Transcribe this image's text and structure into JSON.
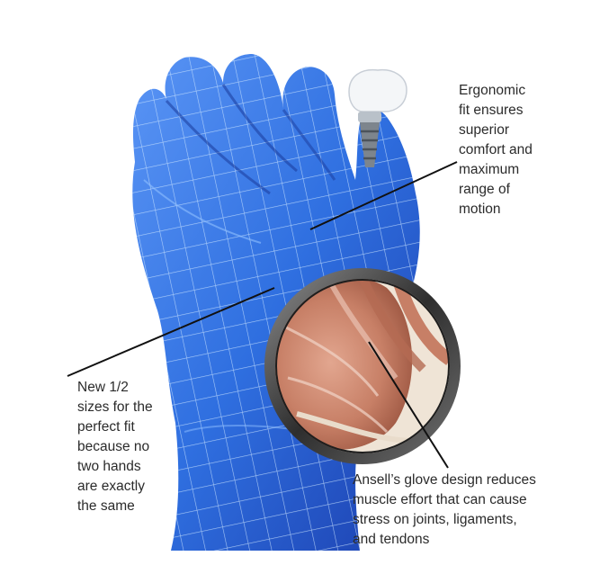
{
  "colors": {
    "glove": "#2f6fe0",
    "glove_dark": "#1c3fae",
    "glove_light": "#7fb4ff",
    "wire": "#cfe6ff",
    "muscle": "#c77f66",
    "muscle_light": "#e7b3a0",
    "lens_rim": "#3a3a3a",
    "text": "#2b2b2b",
    "leader": "#111111"
  },
  "icons": [
    "dental-implant-icon",
    "magnifier-lens-icon"
  ],
  "callouts": {
    "fit": "Ergonomic\nfit ensures\nsuperior\ncomfort and\nmaximum\nrange of\nmotion",
    "sizes": "New 1/2\nsizes for the\nperfect fit\nbecause no\ntwo hands\nare exactly\nthe same",
    "muscle": "Ansell’s glove design reduces\nmuscle effort that can cause\nstress on joints, ligaments,\nand tendons"
  }
}
